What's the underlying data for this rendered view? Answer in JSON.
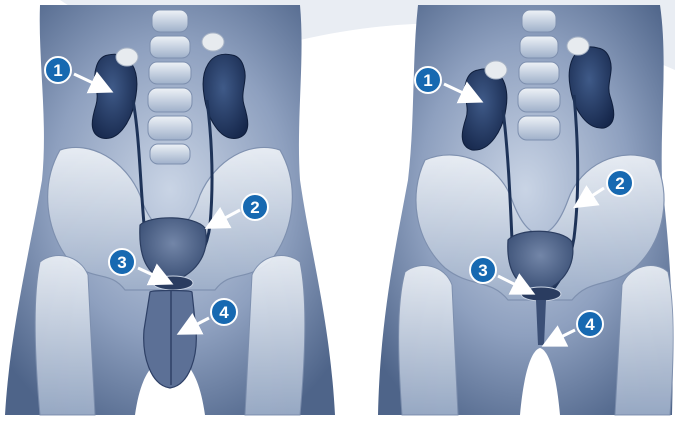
{
  "colors": {
    "background": "#ffffff",
    "panel_blue": "#6f84a6",
    "panel_shadow": "#3a4c6d",
    "body_light": "#c5d1e3",
    "kidney": "#243a63",
    "kidney_cap": "#e7ebef",
    "bone": "#dfe6ef",
    "bone_shade": "#8fa1bd",
    "ureter": "#1e3358",
    "badge_fill": "#1769b1",
    "badge_ring": "#ffffff",
    "arrow": "#ffffff"
  },
  "figures": [
    {
      "name": "male",
      "callouts": [
        {
          "label": "1",
          "target": "kidney"
        },
        {
          "label": "2",
          "target": "ureter"
        },
        {
          "label": "3",
          "target": "bladder-neck"
        },
        {
          "label": "4",
          "target": "urethra"
        }
      ]
    },
    {
      "name": "female",
      "callouts": [
        {
          "label": "1",
          "target": "kidney"
        },
        {
          "label": "2",
          "target": "ureter"
        },
        {
          "label": "3",
          "target": "bladder-neck"
        },
        {
          "label": "4",
          "target": "urethra"
        }
      ]
    }
  ]
}
